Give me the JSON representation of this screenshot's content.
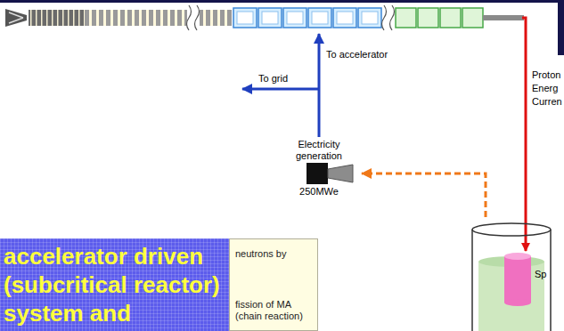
{
  "diagram": {
    "nodes": [
      {
        "text": [
          "Electricity generation",
          "250MWe"
        ]
      },
      {
        "text": [
          "Sp"
        ]
      },
      {
        "text": [
          "neutrons by",
          "fission of MA (chain reaction)"
        ]
      },
      {
        "text": [
          "accelerator driven (subcritical reactor) system and"
        ]
      }
    ],
    "edges": [
      {
        "from": 1,
        "to": 0,
        "arrow": "to"
      }
    ],
    "labels": [
      "To accelerator",
      "To grid",
      "Proton",
      "Energ",
      "Curren"
    ]
  }
}
